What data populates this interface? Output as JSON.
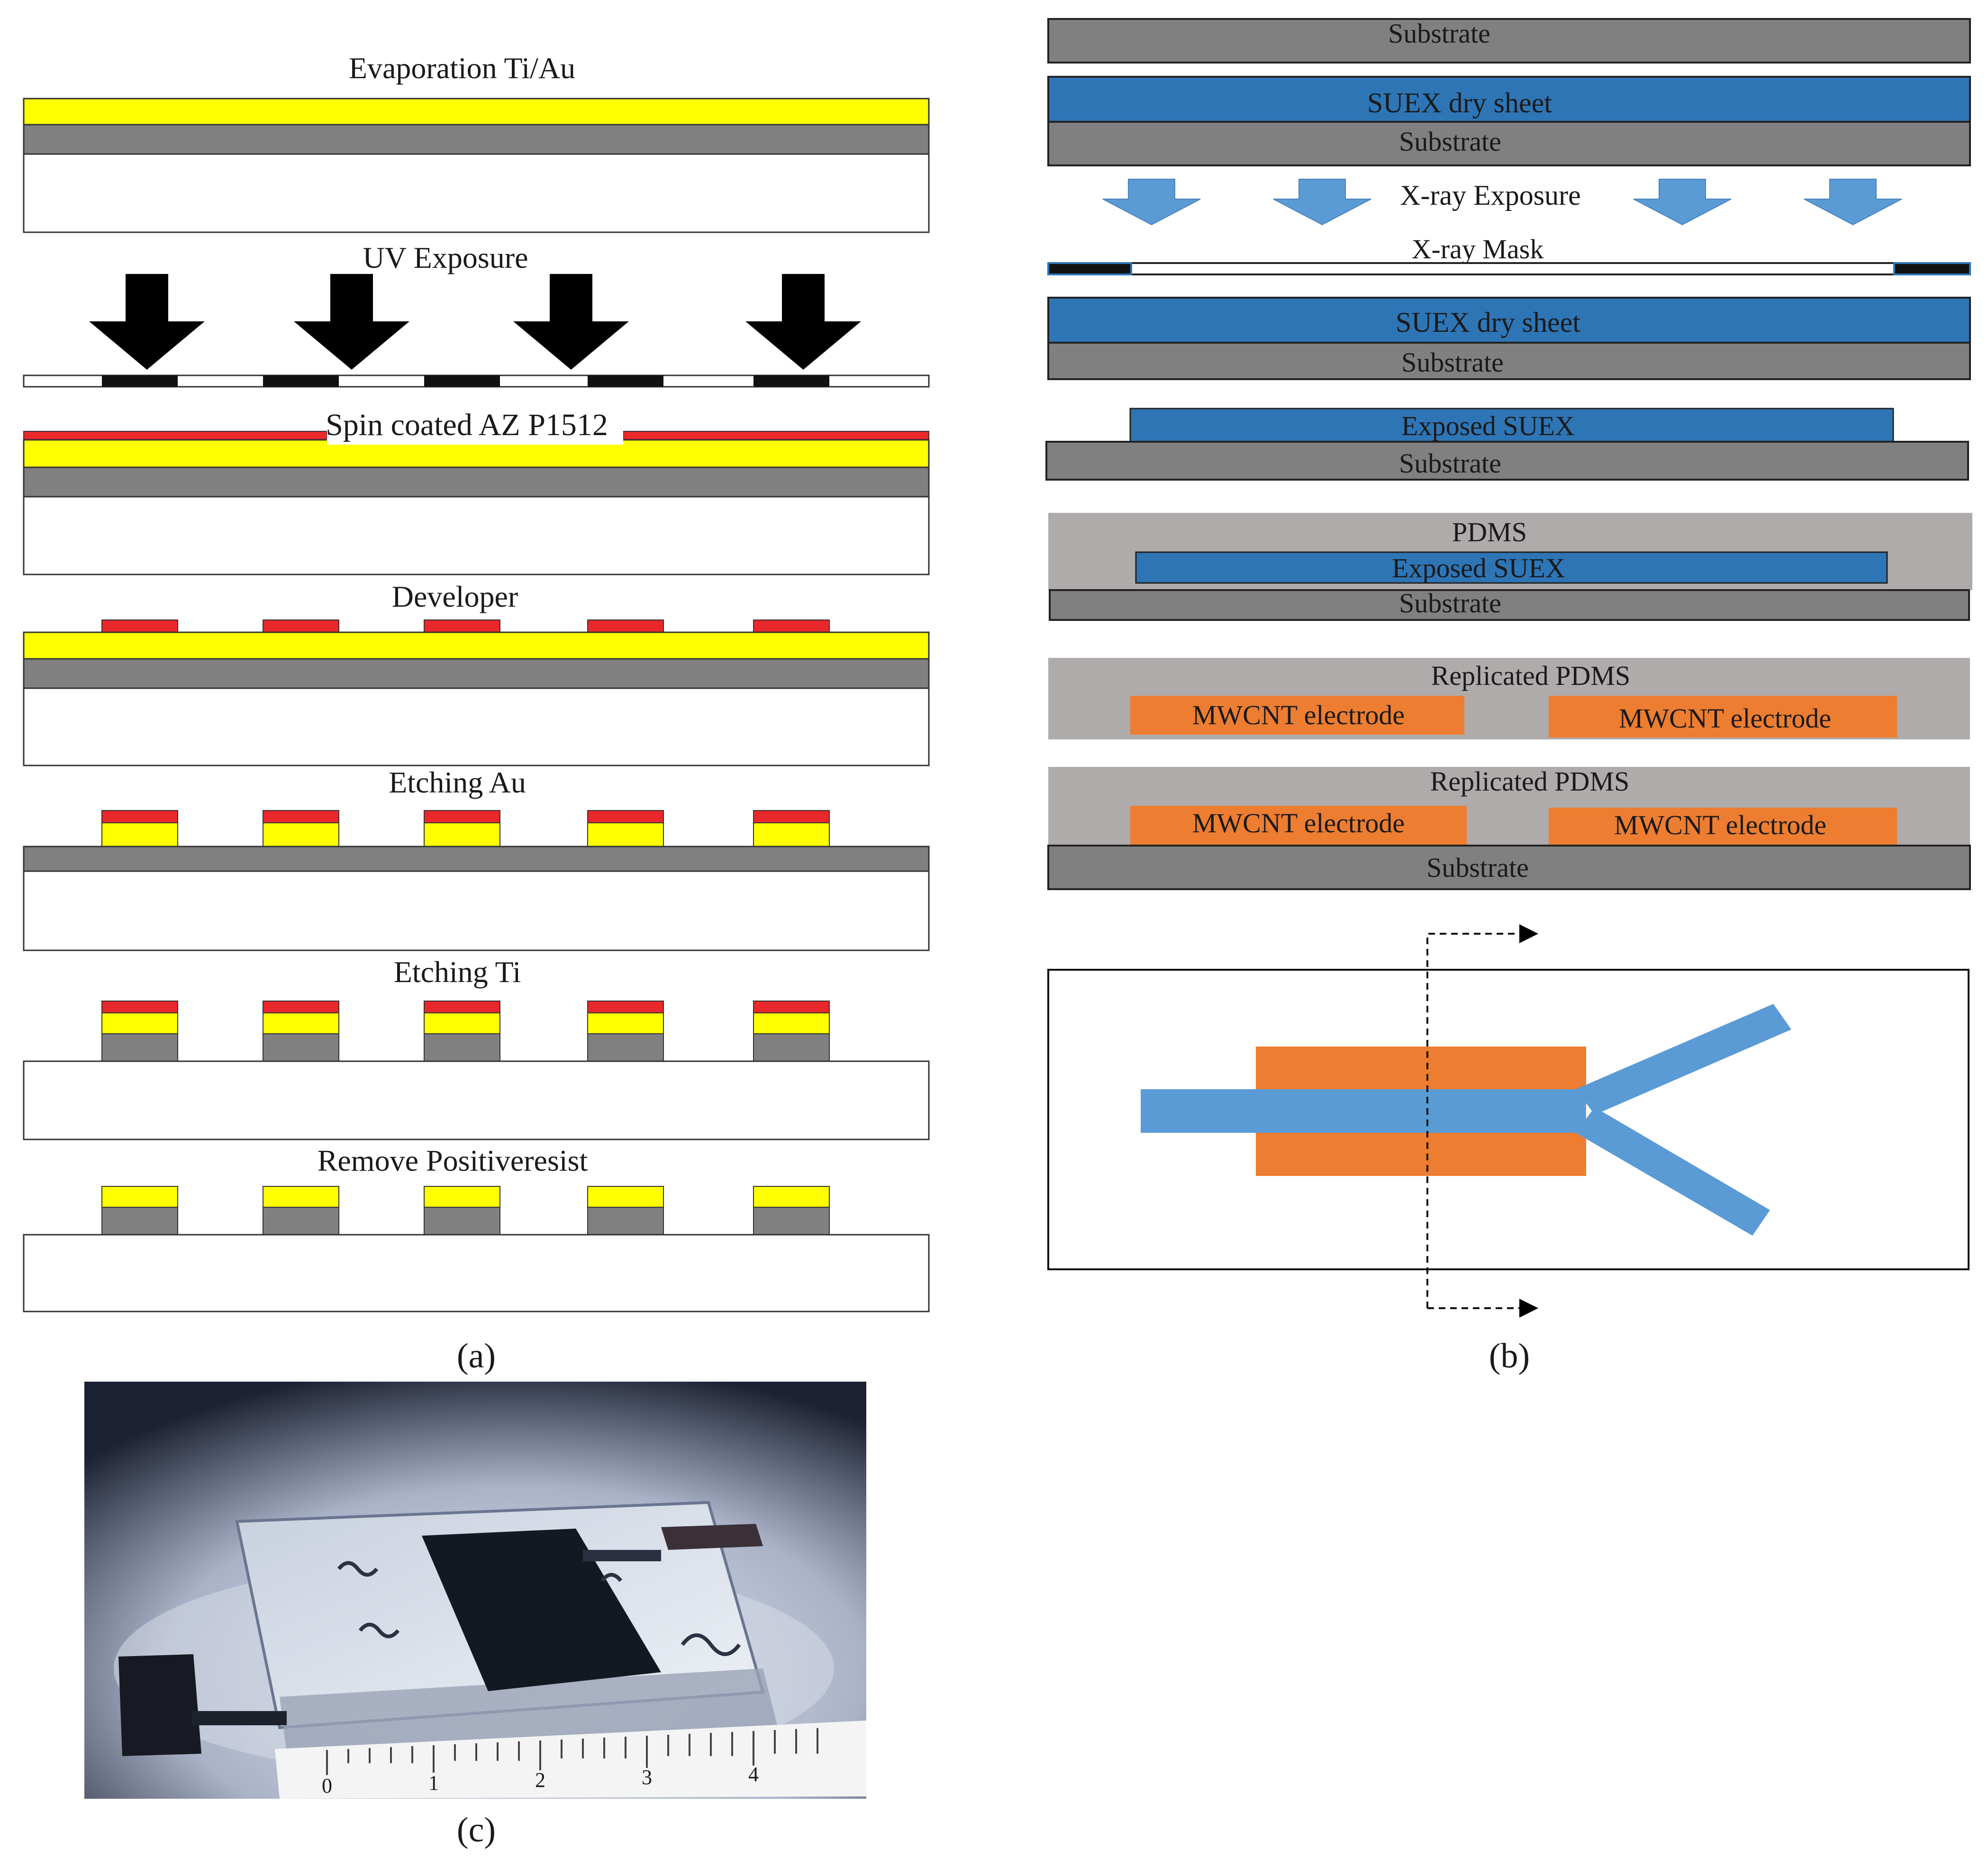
{
  "panel_a": {
    "caption": "(a)",
    "steps": [
      {
        "label": "Evaporation Ti/Au"
      },
      {
        "label": "UV Exposure"
      },
      {
        "label": "Spin coated AZ P1512"
      },
      {
        "label": "Developer"
      },
      {
        "label": "Etching Au"
      },
      {
        "label": "Etching Ti"
      },
      {
        "label": "Remove Positiveresist"
      }
    ]
  },
  "panel_b": {
    "caption": "(b)",
    "substrate": "Substrate",
    "suex_dry_sheet": "SUEX dry sheet",
    "xray_exposure": "X-ray Exposure",
    "xray_mask": "X-ray Mask",
    "exposed_suex": "Exposed SUEX",
    "pdms": "PDMS",
    "replicated_pdms": "Replicated PDMS",
    "mwcnt_electrode": "MWCNT electrode"
  },
  "panel_c": {
    "caption": "(c)",
    "ruler_numbers": [
      "0",
      "1",
      "2",
      "3",
      "4"
    ]
  },
  "colors": {
    "gold": "#ffff00",
    "titanium_gray": "#808080",
    "photoresist_red": "#e8282b",
    "suex_blue": "#2e75b6",
    "pdms_gray": "#afabab",
    "mwcnt_orange": "#ed7d31",
    "channel_blue": "#5b9bd5",
    "arrow_blue": "#5b9bd5"
  }
}
